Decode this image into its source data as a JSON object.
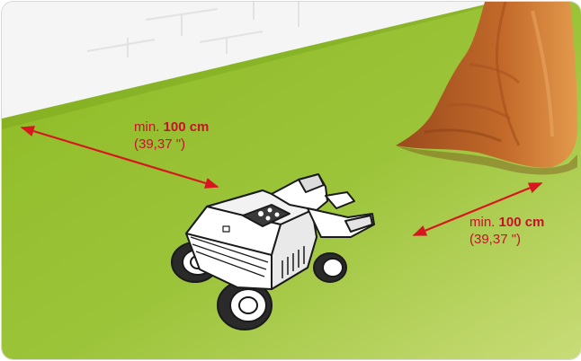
{
  "colors": {
    "lawn_light": "#c5d76b",
    "lawn_dark": "#7eae1f",
    "wall": "#f4f4f4",
    "rock": "#c76b2c",
    "arrow": "#d7161f",
    "label": "#c8102e"
  },
  "measurements": [
    {
      "prefix": "min.",
      "value": "100 cm",
      "imperial": "(39,37 \")"
    },
    {
      "prefix": "min.",
      "value": "100 cm",
      "imperial": "(39,37 \")"
    }
  ]
}
